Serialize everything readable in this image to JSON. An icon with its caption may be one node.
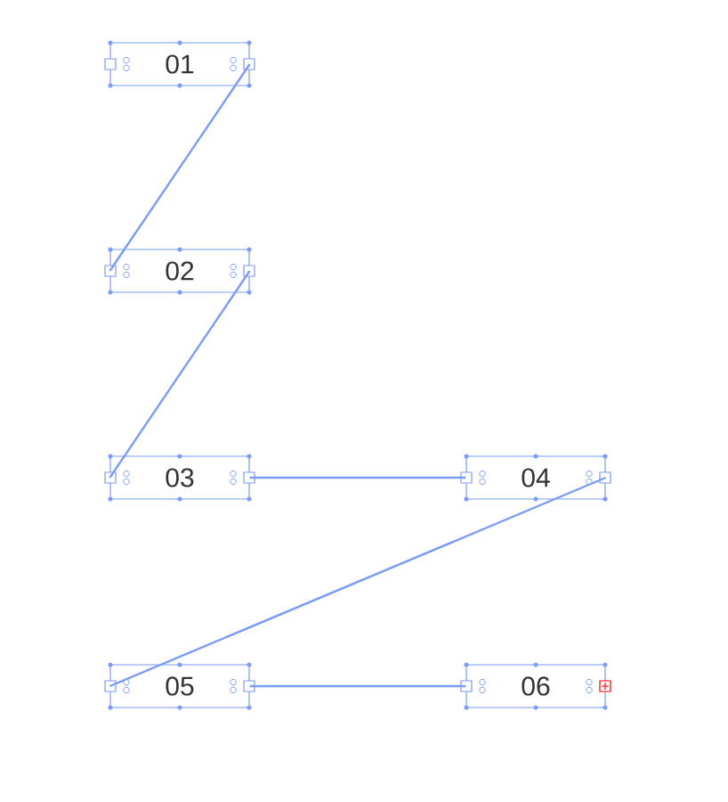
{
  "diagram": {
    "nodes": [
      {
        "text": [
          "01"
        ]
      },
      {
        "text": [
          "02"
        ]
      },
      {
        "text": [
          "03"
        ]
      },
      {
        "text": [
          "04"
        ]
      },
      {
        "text": [
          "05"
        ]
      },
      {
        "text": [
          "06"
        ]
      }
    ],
    "edges": [
      {
        "from": 0,
        "to": 1,
        "arrow": "none"
      },
      {
        "from": 1,
        "to": 2,
        "arrow": "none"
      },
      {
        "from": 2,
        "to": 3,
        "arrow": "none"
      },
      {
        "from": 3,
        "to": 4,
        "arrow": "none"
      },
      {
        "from": 4,
        "to": 5,
        "arrow": "none"
      }
    ]
  }
}
